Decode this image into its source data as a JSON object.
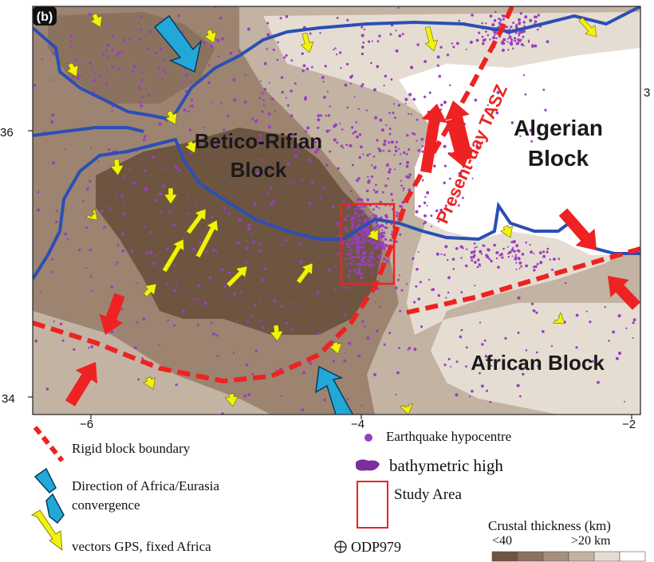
{
  "panel_label": "(b)",
  "labels": {
    "betico_line1": "Betico-Rifian",
    "betico_line2": "Block",
    "algerian_line1": "Algerian",
    "algerian_line2": "Block",
    "african": "African Block",
    "tasz": "Present-day TASZ"
  },
  "axes": {
    "x_ticks": [
      "−6",
      "−4",
      "−2"
    ],
    "y_ticks": [
      "36",
      "34"
    ],
    "right_ticks": [
      "3"
    ]
  },
  "legend": {
    "rigid_boundary": "Rigid block boundary",
    "convergence_line1": "Direction of Africa/Eurasia",
    "convergence_line2": "convergence",
    "gps": "vectors GPS, fixed Africa",
    "earthquake": "Earthquake hypocentre",
    "bathymetric": "bathymetric high",
    "study_area": "Study Area",
    "odp": "ODP979",
    "crustal_title": "Crustal thickness (km)",
    "crustal_min": "<40",
    "crustal_max": ">20 km"
  },
  "colors": {
    "thick_crust": "#6e5542",
    "mid_crust": "#9c8471",
    "light_crust": "#c3b3a3",
    "pale_crust": "#e6ddd2",
    "thin_crust": "#ffffff",
    "coastline": "#2b4fb4",
    "boundary": "#ee2222",
    "earthquake": "#9a3fc0",
    "gps_arrow": "#f2f20a",
    "convergence_arrow": "#22a8d8"
  },
  "crustal_swatches": [
    "#6e5542",
    "#8b725f",
    "#a58e7b",
    "#c3b3a3",
    "#e6ddd2",
    "#ffffff"
  ]
}
